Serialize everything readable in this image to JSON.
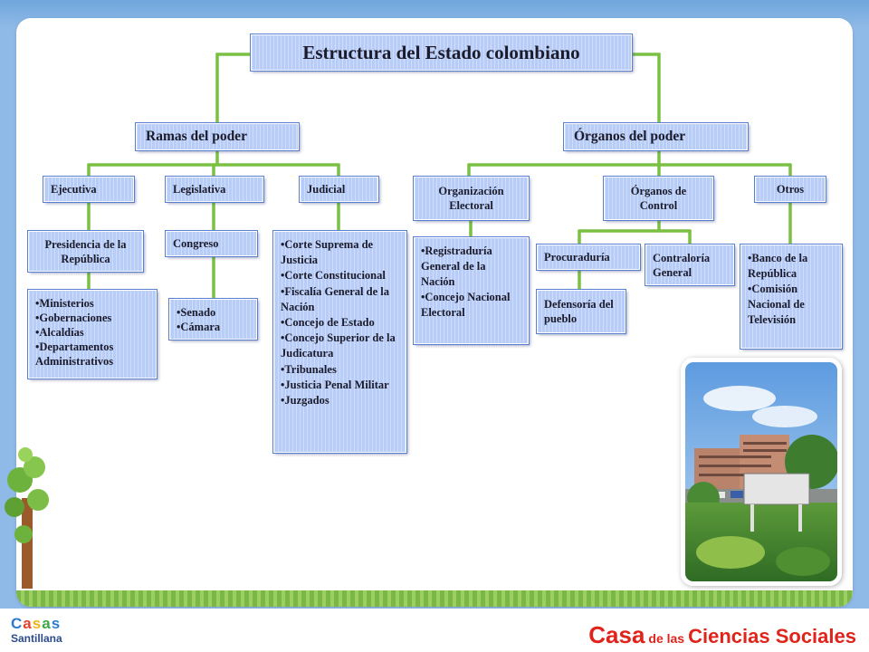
{
  "title": "Estructura del Estado colombiano",
  "branches": {
    "ramas": "Ramas del poder",
    "organos": "Órganos  del poder"
  },
  "ramas": {
    "ejecutiva": {
      "label": "Ejecutiva",
      "head": "Presidencia de la República",
      "items": [
        "Ministerios",
        "Gobernaciones",
        "Alcaldías",
        "Departamentos Administrativos"
      ]
    },
    "legislativa": {
      "label": "Legislativa",
      "head": "Congreso",
      "items": [
        "Senado",
        "Cámara"
      ]
    },
    "judicial": {
      "label": "Judicial",
      "items": [
        "Corte Suprema de Justicia",
        "Corte Constitucional",
        "Fiscalía General de la Nación",
        "Concejo de Estado",
        "Concejo Superior de la Judicatura",
        "Tribunales",
        "Justicia Penal Militar",
        "Juzgados"
      ]
    }
  },
  "organos": {
    "electoral": {
      "label": "Organización Electoral",
      "items": [
        "Registraduría General de la Nación",
        "Concejo Nacional Electoral"
      ]
    },
    "control": {
      "label": "Órganos de Control",
      "procuraduria": "Procuraduría",
      "contraloria": "Contraloría General",
      "defensoria": "Defensoría del pueblo"
    },
    "otros": {
      "label": "Otros",
      "items": [
        "Banco de la República",
        "Comisión Nacional de Televisión"
      ]
    }
  },
  "footer": {
    "logo_letters": [
      "C",
      "a",
      "s",
      "a",
      "s"
    ],
    "logo_sub": "Santillana",
    "brand_a": "Casa",
    "brand_b": "de las",
    "brand_c": "Ciencias Sociales"
  },
  "colors": {
    "connector": "#7ac043",
    "box_fill": "#b7cdf8",
    "box_border": "#5a7fd0",
    "brand_red": "#e0241b"
  }
}
